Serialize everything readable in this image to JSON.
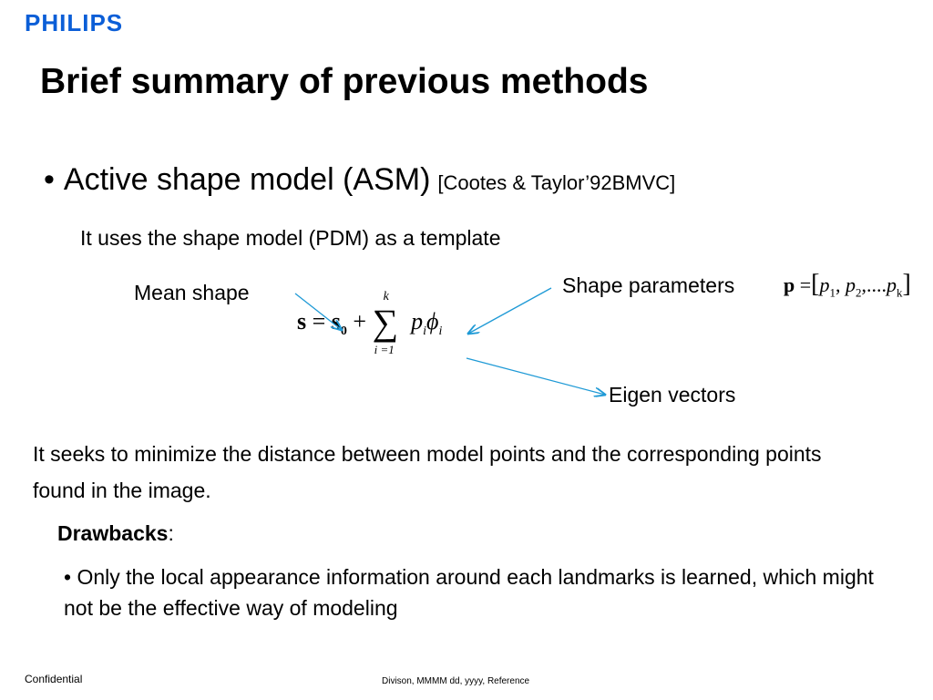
{
  "header": {
    "logo": "PHILIPS",
    "title": "Brief summary of previous methods"
  },
  "bullet": {
    "marker": "•",
    "text": "Active shape model (ASM)",
    "citation": "[Cootes & Taylor’92BMVC]"
  },
  "uses_text": "It uses the shape model (PDM)  as a template",
  "labels": {
    "mean_shape": "Mean shape",
    "shape_parameters": "Shape parameters",
    "eigen_vectors": "Eigen vectors"
  },
  "equation": {
    "lhs": "s",
    "eq": "=",
    "s0_base": "s",
    "s0_sub": "0",
    "plus": "+",
    "sum_upper": "k",
    "sum_symbol": "∑",
    "sum_lower": "i =1",
    "term_p": "p",
    "term_p_sub": "i",
    "term_phi": "ϕ",
    "term_phi_sub": "i"
  },
  "param_vector": {
    "p": "p",
    "eq": "=",
    "open": "[",
    "p1": "p",
    "p1_sub": "1",
    "sep1": ", ",
    "p2": "p",
    "p2_sub": "2",
    "sep2": ",....",
    "pk": "p",
    "pk_sub": "k",
    "close": "]"
  },
  "seeks_text": "It seeks to minimize the distance between model points and the corresponding points found in the image.",
  "drawbacks": {
    "label": "Drawbacks",
    "colon": ":",
    "item": "• Only the local appearance information around each landmarks is learned, which might not be the effective way of modeling"
  },
  "footer": {
    "confidential": "Confidential",
    "reference": "Divison, MMMM dd, yyyy, Reference"
  },
  "colors": {
    "logo": "#0b5ed7",
    "arrow": "#1f9ad6"
  }
}
